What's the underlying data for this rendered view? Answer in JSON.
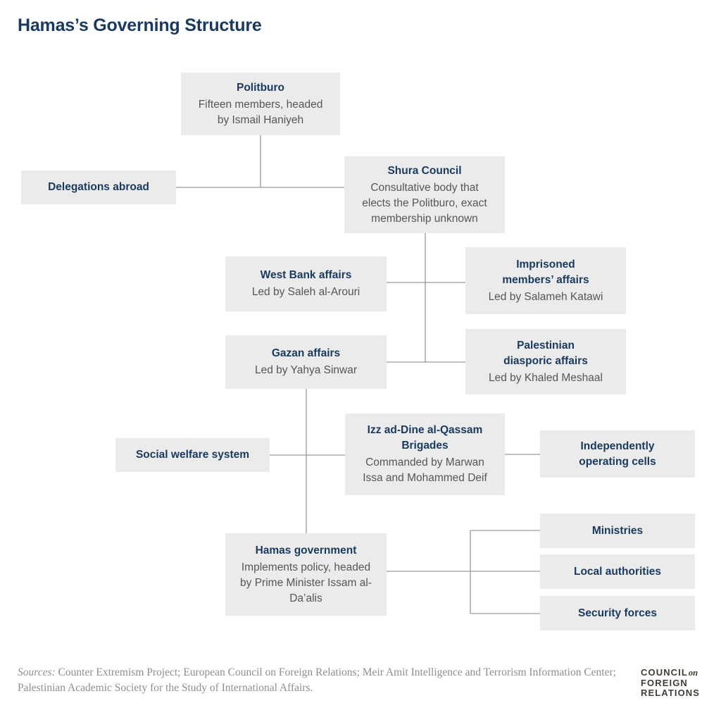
{
  "title": "Hamas’s Governing Structure",
  "colors": {
    "accent_navy": "#19395e",
    "body_text_gray": "#55565a",
    "node_background": "#ebebeb",
    "connector_gray": "#98999b",
    "sources_gray": "#8d8f91",
    "logo_charcoal": "#423c37",
    "page_background": "#ffffff"
  },
  "diagram": {
    "boxes": [
      {
        "id": "politburo",
        "title": "Politburo",
        "body": "Fifteen members, headed by Ismail Haniyeh"
      },
      {
        "id": "delegations",
        "title": "Delegations abroad",
        "body": ""
      },
      {
        "id": "shura",
        "title": "Shura Council",
        "body": "Consultative body that elects the Politburo, exact membership unknown"
      },
      {
        "id": "westbank",
        "title": "West Bank affairs",
        "body": "Led by Saleh al-Arouri"
      },
      {
        "id": "imprisoned",
        "title_lines": [
          "Imprisoned",
          "members’ affairs"
        ],
        "body": "Led by Salameh Katawi"
      },
      {
        "id": "gazan",
        "title": "Gazan affairs",
        "body": "Led by Yahya Sinwar"
      },
      {
        "id": "diasporic",
        "title_lines": [
          "Palestinian",
          "diasporic affairs"
        ],
        "body": "Led by Khaled Meshaal"
      },
      {
        "id": "social",
        "title": "Social welfare system",
        "body": ""
      },
      {
        "id": "qassam",
        "title_lines": [
          "Izz ad-Dine al-Qassam",
          "Brigades"
        ],
        "body": "Commanded by Marwan Issa and Mohammed Deif"
      },
      {
        "id": "cells",
        "title_lines": [
          "Independently",
          "operating cells"
        ],
        "body": ""
      },
      {
        "id": "government",
        "title": "Hamas government",
        "body": "Implements policy, headed by Prime Minister Issam al-Da’alis"
      },
      {
        "id": "ministries",
        "title": "Ministries",
        "body": ""
      },
      {
        "id": "local",
        "title": "Local authorities",
        "body": ""
      },
      {
        "id": "security",
        "title": "Security forces",
        "body": ""
      }
    ],
    "edges": [
      {
        "from": "politburo",
        "to": "delegations"
      },
      {
        "from": "politburo",
        "to": "shura"
      },
      {
        "from": "shura",
        "to": "westbank"
      },
      {
        "from": "shura",
        "to": "imprisoned"
      },
      {
        "from": "shura",
        "to": "gazan"
      },
      {
        "from": "shura",
        "to": "diasporic"
      },
      {
        "from": "gazan",
        "to": "social"
      },
      {
        "from": "gazan",
        "to": "qassam"
      },
      {
        "from": "qassam",
        "to": "cells"
      },
      {
        "from": "gazan",
        "to": "government"
      },
      {
        "from": "government",
        "to": "ministries"
      },
      {
        "from": "government",
        "to": "local"
      },
      {
        "from": "government",
        "to": "security"
      }
    ]
  },
  "footer": {
    "sources_label": "Sources:",
    "sources_text": " Counter Extremism Project; European Council on Foreign Relations; Meir Amit Intelligence and Terrorism Information Center; Palestinian Academic Society for the Study of International Affairs.",
    "logo": {
      "word1": "COUNCIL",
      "word1_suffix": "on",
      "word2": "FOREIGN",
      "word3": "RELATIONS"
    }
  }
}
